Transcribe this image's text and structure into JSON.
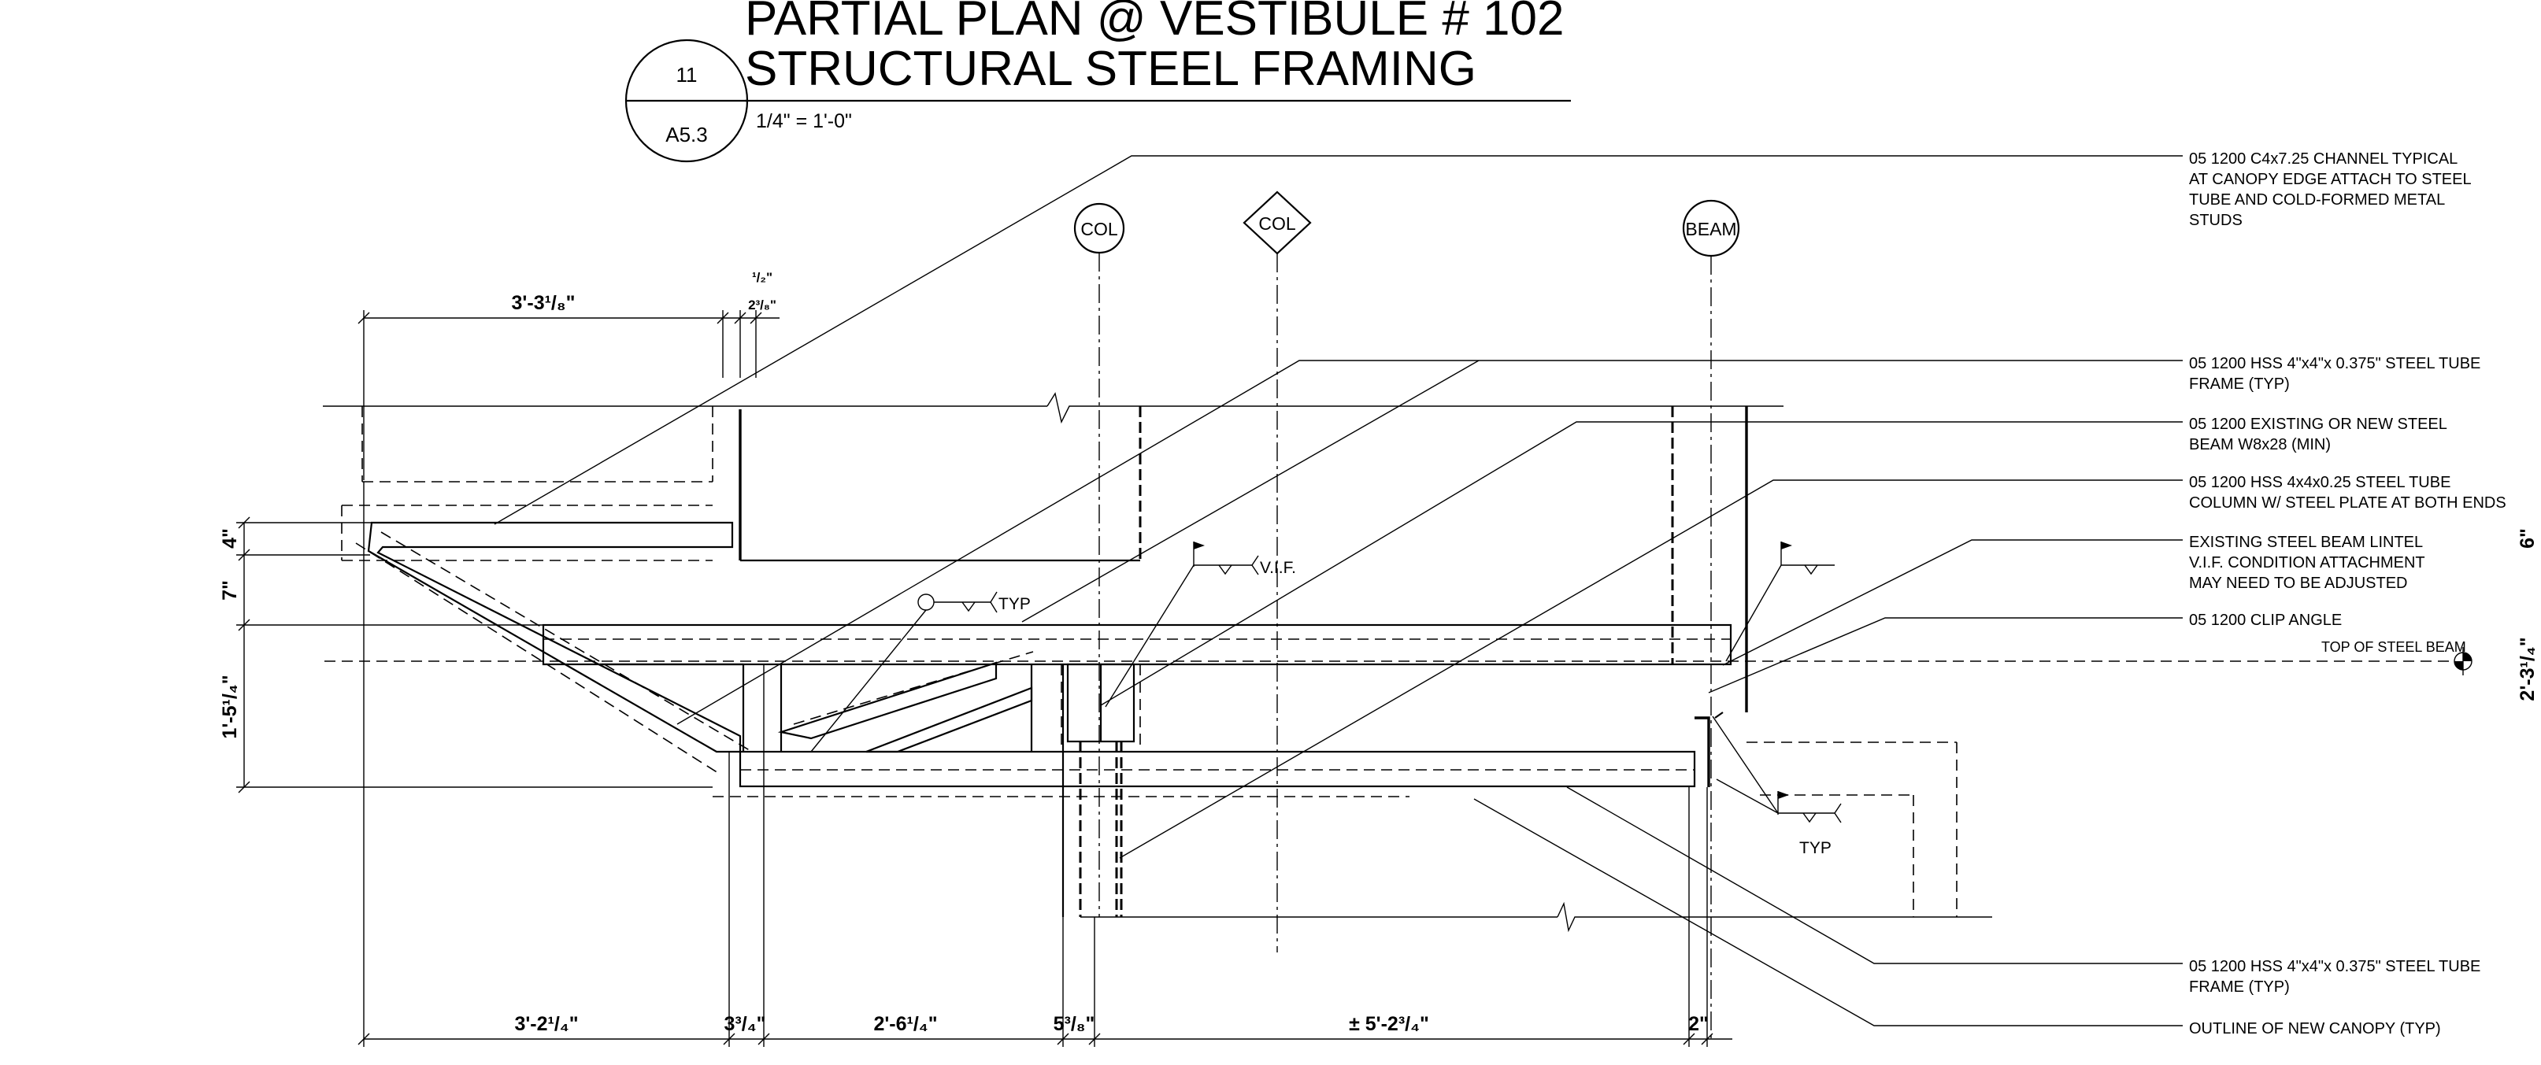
{
  "title": {
    "line1": "PARTIAL PLAN @ VESTIBULE # 102",
    "line2": "STRUCTURAL STEEL FRAMING",
    "scale": "1/4\" = 1'-0\"",
    "detail_number": "11",
    "sheet_number": "A5.3"
  },
  "grid_bubbles": {
    "col_1": "COL",
    "col_2": "COL",
    "beam": "BEAM"
  },
  "notes": [
    [
      "05 1200 C4x7.25 CHANNEL TYPICAL",
      "AT CANOPY EDGE ATTACH TO STEEL",
      "TUBE AND COLD-FORMED METAL",
      "STUDS"
    ],
    [
      "05 1200 HSS 4\"x4\"x 0.375\" STEEL TUBE",
      "FRAME (TYP)"
    ],
    [
      "05 1200 EXISTING OR NEW STEEL",
      "BEAM W8x28 (MIN)"
    ],
    [
      "05 1200 HSS 4x4x0.25  STEEL TUBE",
      "COLUMN W/ STEEL PLATE AT BOTH ENDS"
    ],
    [
      "EXISTING STEEL BEAM LINTEL",
      "V.I.F. CONDITION ATTACHMENT",
      "MAY NEED TO BE ADJUSTED"
    ],
    [
      "05 1200 CLIP ANGLE"
    ],
    [
      "05 1200 HSS 4\"x4\"x 0.375\" STEEL TUBE",
      "FRAME (TYP)"
    ],
    [
      "OUTLINE OF NEW CANOPY (TYP)"
    ]
  ],
  "top_of_steel_beam": "TOP OF STEEL BEAM",
  "weld_labels": {
    "typ_upper": "TYP",
    "vif": "V.I.F.",
    "typ_lower": "TYP"
  },
  "dimensions": {
    "top_main": "3'-3¹/₈\"",
    "top_half": "¹/₂\"",
    "top_small": "2³/₈\"",
    "left_1": "4\"",
    "left_2": "7\"",
    "left_3": "1'-5¹/₄\"",
    "bottom_1": "3'-2¹/₄\"",
    "bottom_2": "3³/₄\"",
    "bottom_3": "2'-6¹/₄\"",
    "bottom_4": "5³/₈\"",
    "bottom_5": "± 5'-2³/₄\"",
    "bottom_6": "2\"",
    "right_1": "6\"",
    "right_2": "2'-3¹/₄\""
  }
}
